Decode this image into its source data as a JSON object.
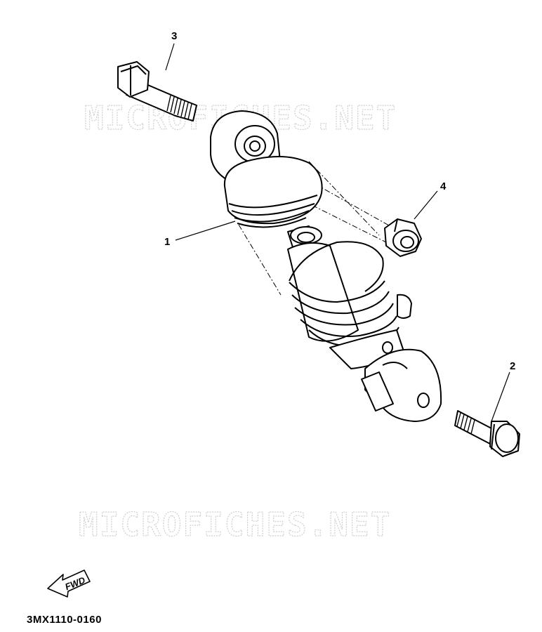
{
  "watermark": {
    "top_text": "MICROFICHES.NET",
    "bottom_text": "MICROFICHES.NET"
  },
  "callouts": [
    {
      "id": "1",
      "label": "1",
      "part": "shock-absorber"
    },
    {
      "id": "2",
      "label": "2",
      "part": "lower-bolt"
    },
    {
      "id": "3",
      "label": "3",
      "part": "upper-bolt"
    },
    {
      "id": "4",
      "label": "4",
      "part": "nut"
    }
  ],
  "fwd_label": "FWD",
  "part_code": "3MX1110-0160",
  "colors": {
    "ink": "#000000",
    "watermark": "#cfcfcf",
    "background": "#ffffff"
  }
}
